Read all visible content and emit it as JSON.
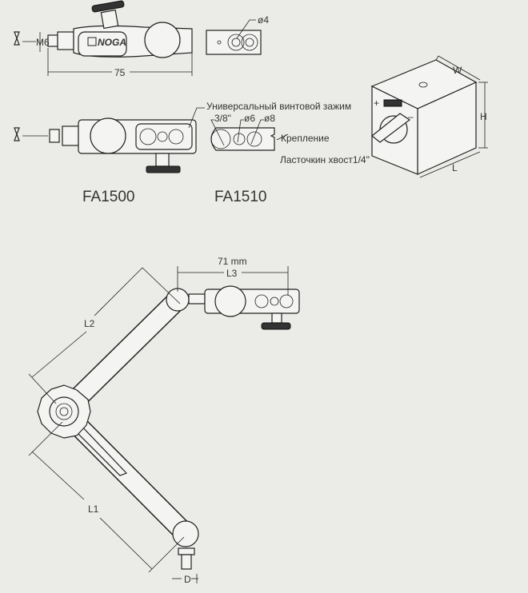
{
  "fa1500": {
    "model": "FA1500",
    "thread_label": "M6",
    "length_label": "75",
    "logo_text": "NOGA"
  },
  "fa1510": {
    "model": "FA1510",
    "hole_label": "ø4",
    "clamp_label": "Универсальный винтовой зажим",
    "size_3_8": "3/8\"",
    "size_6": "ø6",
    "size_8": "ø8",
    "mount_label": "Крепление",
    "dovetail_label": "Ласточкин хвост1/4\""
  },
  "magnet_base": {
    "w_label": "W",
    "h_label": "H",
    "l_label": "L",
    "plus": "+",
    "minus": "–"
  },
  "arm": {
    "l3_value": "71 mm",
    "l3_label": "L3",
    "l2_label": "L2",
    "l1_label": "L1",
    "d_label": "D"
  }
}
